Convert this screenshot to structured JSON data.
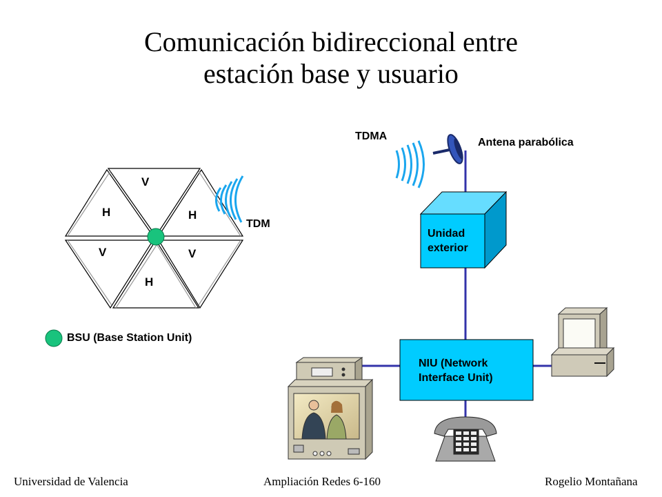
{
  "slide": {
    "title_line1": "Comunicación bidireccional entre",
    "title_line2": "estación base y usuario"
  },
  "cell": {
    "sectors": [
      {
        "label": "V"
      },
      {
        "label": "H"
      },
      {
        "label": "H"
      },
      {
        "label": "V"
      },
      {
        "label": "V"
      },
      {
        "label": "H"
      }
    ],
    "signal_label": "TDM",
    "legend_label": "BSU (Base Station Unit)"
  },
  "user_site": {
    "signal_label": "TDMA",
    "antenna_label": "Antena parabólica",
    "outdoor_unit": {
      "line1": "Unidad",
      "line2": "exterior"
    },
    "niu": {
      "line1": "NIU (Network",
      "line2": "Interface Unit)"
    }
  },
  "colors": {
    "cyan": "#00ccff",
    "link": "#3333aa",
    "bsu_green": "#19c37d",
    "signal": "#1aa6ee"
  },
  "footer": {
    "left": "Universidad de Valencia",
    "center": "Ampliación Redes 6-160",
    "right": "Rogelio Montañana"
  }
}
